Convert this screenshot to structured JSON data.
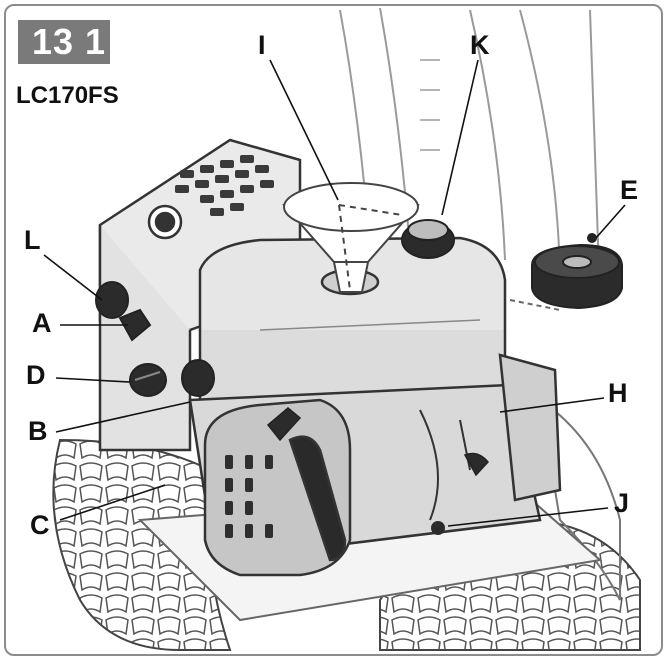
{
  "figure": {
    "number": "13 1",
    "model": "LC170FS"
  },
  "callouts": [
    {
      "id": "I",
      "text": "I"
    },
    {
      "id": "K",
      "text": "K"
    },
    {
      "id": "E",
      "text": "E"
    },
    {
      "id": "L",
      "text": "L"
    },
    {
      "id": "A",
      "text": "A"
    },
    {
      "id": "D",
      "text": "D"
    },
    {
      "id": "B",
      "text": "B"
    },
    {
      "id": "H",
      "text": "H"
    },
    {
      "id": "C",
      "text": "C"
    },
    {
      "id": "J",
      "text": "J"
    }
  ]
}
